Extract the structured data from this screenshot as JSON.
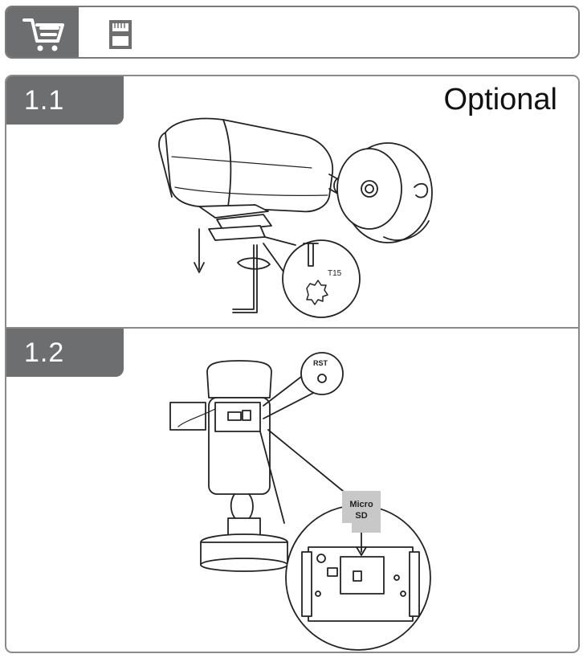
{
  "header": {
    "cart_icon": "shopping-cart-icon",
    "sd_icon": "sd-card-icon"
  },
  "step1": {
    "number": "1.1",
    "optional_label": "Optional",
    "tool_label": "T15"
  },
  "step2": {
    "number": "1.2",
    "rst_label": "RST",
    "card_label_line1": "Micro",
    "card_label_line2": "SD"
  },
  "colors": {
    "tab_gray": "#6d6e70",
    "border_gray": "#8a8a8a",
    "card_gray": "#c8c8c8"
  }
}
